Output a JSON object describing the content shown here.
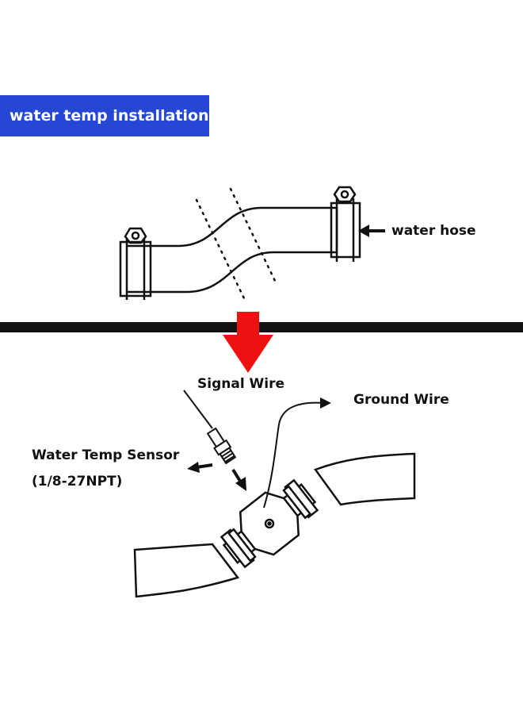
{
  "banner": {
    "title": "water temp installation",
    "color": "#2647d4"
  },
  "labels": {
    "water_hose": "water hose",
    "signal_wire": "Signal Wire",
    "ground_wire": "Ground Wire",
    "sensor_name": "Water Temp Sensor",
    "sensor_thread": "(1/8-27NPT)"
  },
  "colors": {
    "line": "#111111",
    "arrow_down": "#ee1111"
  }
}
